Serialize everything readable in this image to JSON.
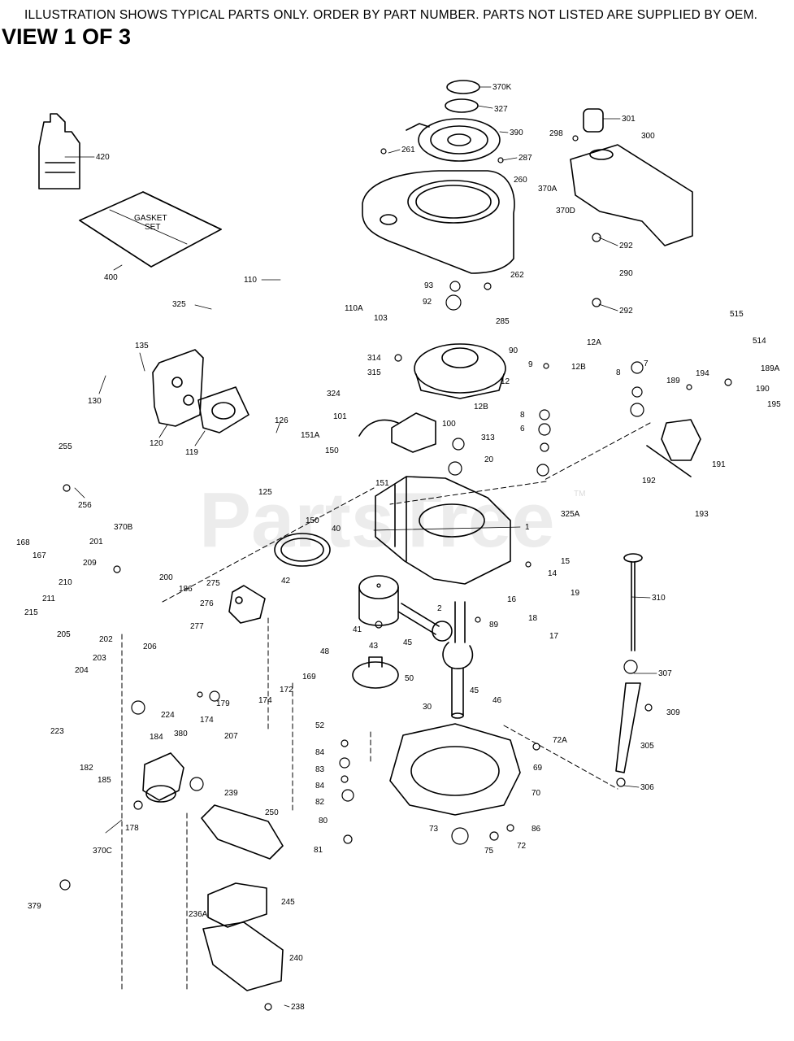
{
  "header": {
    "notice": "ILLUSTRATION SHOWS TYPICAL PARTS ONLY. ORDER BY PART NUMBER. PARTS NOT LISTED ARE SUPPLIED BY OEM.",
    "view": "VIEW 1 OF 3"
  },
  "watermark": {
    "text": "PartsTree",
    "tm": "TM"
  },
  "gasket_text": {
    "line1": "GASKET",
    "line2": "SET"
  },
  "parts": [
    "370K",
    "327",
    "390",
    "261",
    "287",
    "301",
    "298",
    "300",
    "420",
    "260",
    "370A",
    "370D",
    "400",
    "292",
    "290",
    "292",
    "110",
    "110A",
    "93",
    "92",
    "262",
    "325",
    "103",
    "285",
    "12A",
    "135",
    "314",
    "315",
    "90",
    "9",
    "12",
    "12B",
    "7",
    "8",
    "515",
    "514",
    "189A",
    "194",
    "190",
    "189",
    "195",
    "130",
    "120",
    "119",
    "126",
    "324",
    "12B",
    "101",
    "100",
    "313",
    "8",
    "6",
    "20",
    "151A",
    "150",
    "151",
    "150",
    "191",
    "192",
    "193",
    "255",
    "256",
    "125",
    "325A",
    "1",
    "370B",
    "168",
    "167",
    "201",
    "40",
    "42",
    "15",
    "14",
    "209",
    "200",
    "186",
    "275",
    "276",
    "210",
    "211",
    "215",
    "205",
    "202",
    "206",
    "204",
    "203",
    "277",
    "19",
    "16",
    "17",
    "18",
    "41",
    "2",
    "43",
    "89",
    "45",
    "310",
    "48",
    "30",
    "45",
    "46",
    "169",
    "172",
    "174",
    "179",
    "174",
    "50",
    "307",
    "224",
    "223",
    "182",
    "185",
    "184",
    "380",
    "207",
    "52",
    "72A",
    "309",
    "84",
    "83",
    "84",
    "82",
    "69",
    "305",
    "239",
    "250",
    "70",
    "306",
    "80",
    "81",
    "73",
    "75",
    "86",
    "72",
    "178",
    "370C",
    "379",
    "245",
    "236A",
    "240",
    "238"
  ]
}
